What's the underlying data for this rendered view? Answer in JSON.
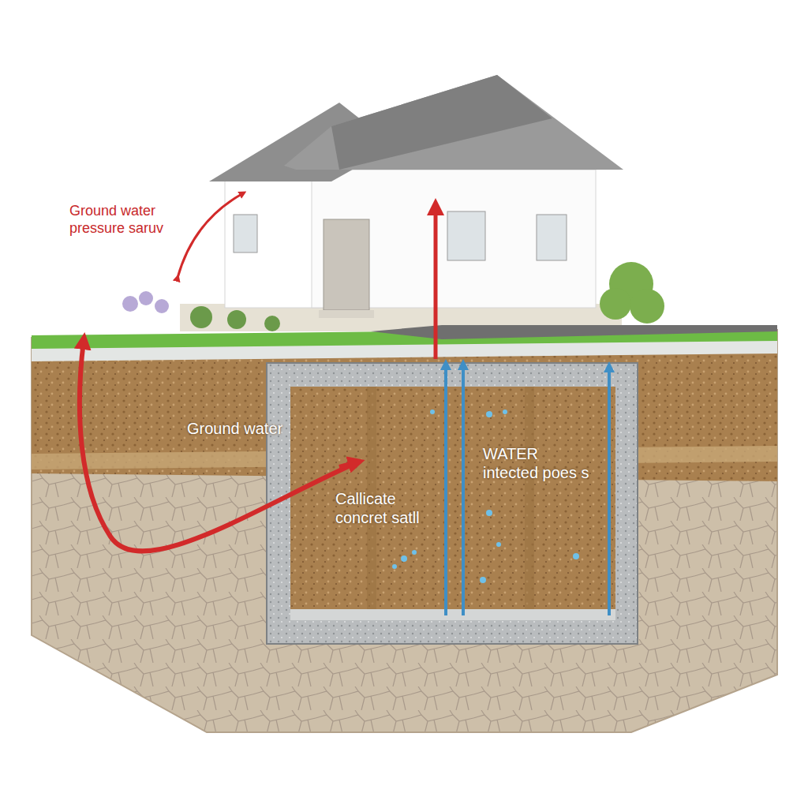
{
  "diagram": {
    "labels": [
      "Ground water pressure saruv",
      "Ground water",
      "Callicate concret satll",
      "WATER intected poes s"
    ]
  }
}
